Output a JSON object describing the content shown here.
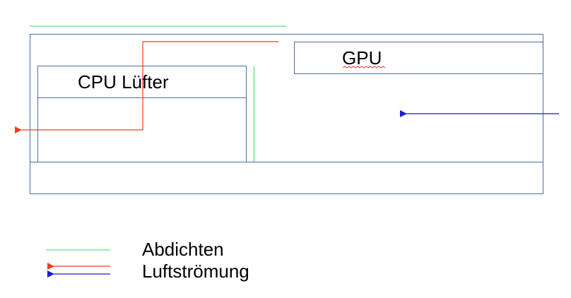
{
  "diagram": {
    "labels": {
      "cpu_fan": "CPU Lüfter",
      "gpu": "GPU"
    },
    "legend": {
      "items": [
        {
          "label": "Abdichten"
        },
        {
          "label": "Luftströmung"
        }
      ]
    }
  },
  "colors": {
    "box_stroke": "#4a6fa5",
    "seal": "#66dd88",
    "airflow_red": "#e8411c",
    "airflow_blue": "#1c1ccf",
    "spellcheck_underline": "#e03030"
  }
}
